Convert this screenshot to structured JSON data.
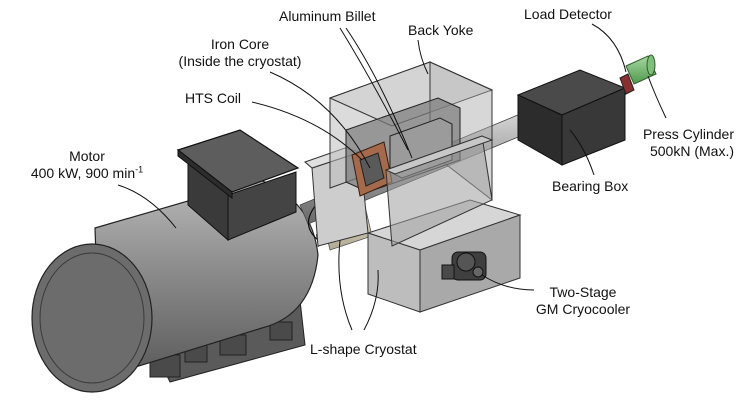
{
  "labels": {
    "motor": {
      "line1": "Motor",
      "line2": "400 kW, 900 min",
      "superscript": "-1"
    },
    "hts_coil": "HTS Coil",
    "iron_core": {
      "line1": "Iron Core",
      "line2": "(Inside the cryostat)"
    },
    "aluminum_billet": "Aluminum Billet",
    "back_yoke": "Back Yoke",
    "load_detector": "Load Detector",
    "press_cylinder": {
      "line1": "Press Cylinder",
      "line2": "500kN (Max.)"
    },
    "bearing_box": "Bearing Box",
    "cryocooler": {
      "line1": "Two-Stage",
      "line2": "GM Cryocooler"
    },
    "l_shape_cryostat": "L-shape Cryostat"
  },
  "colors": {
    "hts_coil": "#a56a4b",
    "press_cylinder": "#4f9a4b",
    "load_detector": "#8a2f2f",
    "bearing_box": "#2c2c2c"
  }
}
